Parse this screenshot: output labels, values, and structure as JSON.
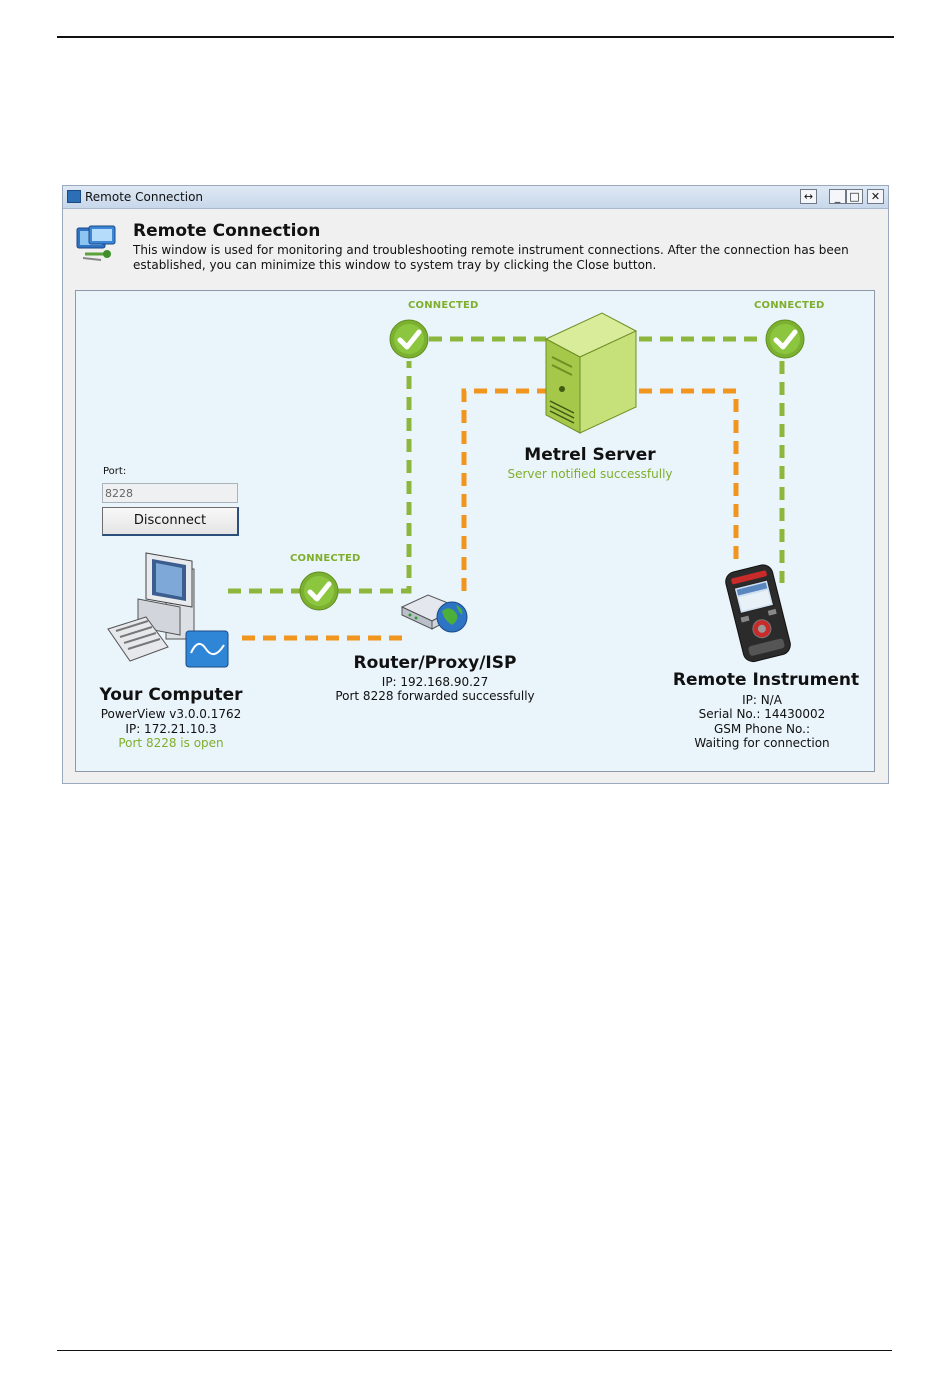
{
  "window": {
    "title": "Remote Connection",
    "controls": {
      "resize": "↔",
      "minimize": "_",
      "maximize": "□",
      "close": "✕"
    }
  },
  "header": {
    "title": "Remote Connection",
    "description": "This window is used for monitoring and troubleshooting remote instrument connections. After the connection has been established, you can minimize this window to system tray by clicking the Close button."
  },
  "connections": {
    "computer_router": "CONNECTED",
    "router_server": "CONNECTED",
    "server_instrument": "CONNECTED"
  },
  "port": {
    "label": "Port:",
    "value": "8228",
    "button": "Disconnect"
  },
  "computer": {
    "title": "Your Computer",
    "version": "PowerView v3.0.0.1762",
    "ip": "IP: 172.21.10.3",
    "status": "Port 8228 is open"
  },
  "router": {
    "title": "Router/Proxy/ISP",
    "ip": "IP: 192.168.90.27",
    "status": "Port 8228 forwarded successfully"
  },
  "server": {
    "title": "Metrel Server",
    "status": "Server notified successfully"
  },
  "instrument": {
    "title": "Remote Instrument",
    "ip": "IP: N/A",
    "serial": "Serial No.: 14430002",
    "gsm": "GSM Phone No.:",
    "status": "Waiting for connection"
  },
  "colors": {
    "green_link": "#8db63c",
    "orange_link": "#f0961e",
    "status_green": "#7fae2c"
  },
  "icons": [
    "remote-connection-icon",
    "check-icon",
    "computer-icon",
    "router-icon",
    "server-icon",
    "instrument-icon"
  ]
}
